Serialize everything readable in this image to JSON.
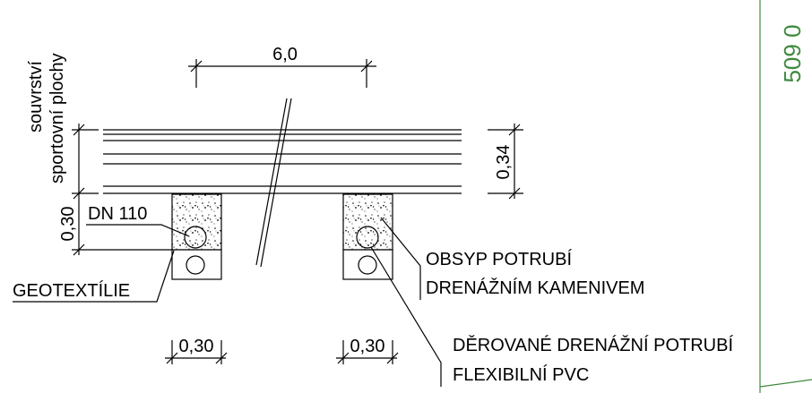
{
  "labels": {
    "layer_line1": "souvrství",
    "layer_line2": "sportovní plochy",
    "dim_width": "6,0",
    "dim_layer": "0,34",
    "dim_trench_depth": "0,30",
    "dim_trench_w_left": "0,30",
    "dim_trench_w_right": "0,30",
    "pipe_dn": "DN 110",
    "geotextile": "GEOTEXTÍLIE",
    "backfill_line1": "OBSYP POTRUBÍ",
    "backfill_line2": "DRENÁŽNÍM KAMENIVEM",
    "pipe_line1": "DĚROVANÉ DRENÁŽNÍ POTRUBÍ",
    "pipe_line2": "FLEXIBILNÍ PVC"
  },
  "border_text": "509 0",
  "colors": {
    "ink": "#000000",
    "frame": "#3f8a3f"
  }
}
